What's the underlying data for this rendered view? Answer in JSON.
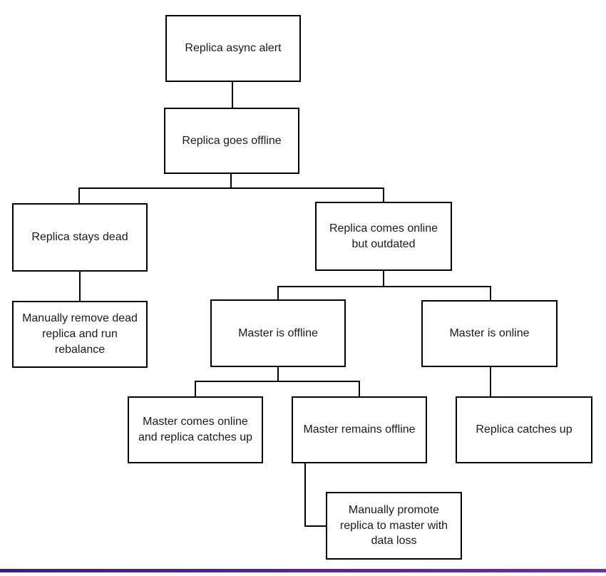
{
  "nodes": [
    {
      "id": "replica-async-alert",
      "label": "Replica async alert"
    },
    {
      "id": "replica-goes-offline",
      "label": "Replica goes offline"
    },
    {
      "id": "replica-stays-dead",
      "label": "Replica stays dead"
    },
    {
      "id": "replica-comes-online-but-outdated",
      "label": "Replica comes online\nbut outdated"
    },
    {
      "id": "manually-remove-dead-replica",
      "label": "Manually remove dead\nreplica and run\nrebalance"
    },
    {
      "id": "master-is-offline",
      "label": "Master is offline"
    },
    {
      "id": "master-is-online",
      "label": "Master is online"
    },
    {
      "id": "master-comes-online-replica-catches-up",
      "label": "Master comes online\nand replica catches up"
    },
    {
      "id": "master-remains-offline",
      "label": "Master remains offline"
    },
    {
      "id": "replica-catches-up",
      "label": "Replica catches up"
    },
    {
      "id": "manually-promote-replica",
      "label": "Manually promote\nreplica to master with\ndata loss"
    }
  ],
  "edges": [
    {
      "from": "replica-async-alert",
      "to": "replica-goes-offline"
    },
    {
      "from": "replica-goes-offline",
      "to": "replica-stays-dead"
    },
    {
      "from": "replica-goes-offline",
      "to": "replica-comes-online-but-outdated"
    },
    {
      "from": "replica-stays-dead",
      "to": "manually-remove-dead-replica"
    },
    {
      "from": "replica-comes-online-but-outdated",
      "to": "master-is-offline"
    },
    {
      "from": "replica-comes-online-but-outdated",
      "to": "master-is-online"
    },
    {
      "from": "master-is-offline",
      "to": "master-comes-online-replica-catches-up"
    },
    {
      "from": "master-is-offline",
      "to": "master-remains-offline"
    },
    {
      "from": "master-is-online",
      "to": "replica-catches-up"
    },
    {
      "from": "master-remains-offline",
      "to": "manually-promote-replica"
    }
  ],
  "colors": {
    "node_border": "#000000",
    "node_background": "#ffffff",
    "connector": "#000000",
    "page_background": "#ffffff",
    "bottom_bar_gradient_left": "#3a2174",
    "bottom_bar_gradient_mid": "#55268c",
    "bottom_bar_gradient_right": "#6f2e9c"
  }
}
